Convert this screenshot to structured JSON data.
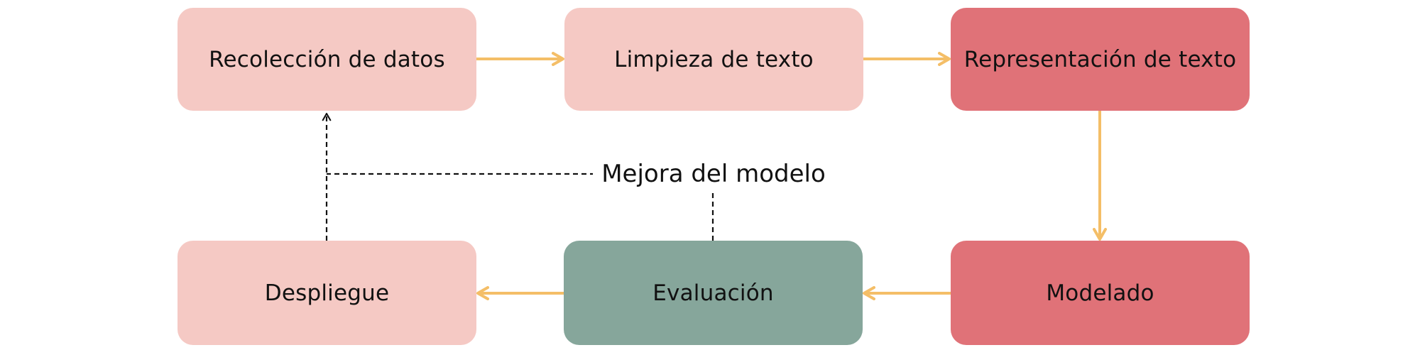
{
  "colors": {
    "light_pink": "#F5C9C4",
    "red": "#E07278",
    "green": "#86A69B",
    "arrow": "#F4BE67",
    "dashed": "#111111"
  },
  "nodes": [
    {
      "id": "n-collect",
      "label": "Recolección de datos",
      "color": "#F5C9C4"
    },
    {
      "id": "n-clean",
      "label": "Limpieza de texto",
      "color": "#F5C9C4"
    },
    {
      "id": "n-repr",
      "label": "Representación de texto",
      "color": "#E07278"
    },
    {
      "id": "n-model",
      "label": "Modelado",
      "color": "#E07278"
    },
    {
      "id": "n-eval",
      "label": "Evaluación",
      "color": "#86A69B"
    },
    {
      "id": "n-deploy",
      "label": "Despliegue",
      "color": "#F5C9C4"
    }
  ],
  "feedback": {
    "label": "Mejora del modelo"
  }
}
